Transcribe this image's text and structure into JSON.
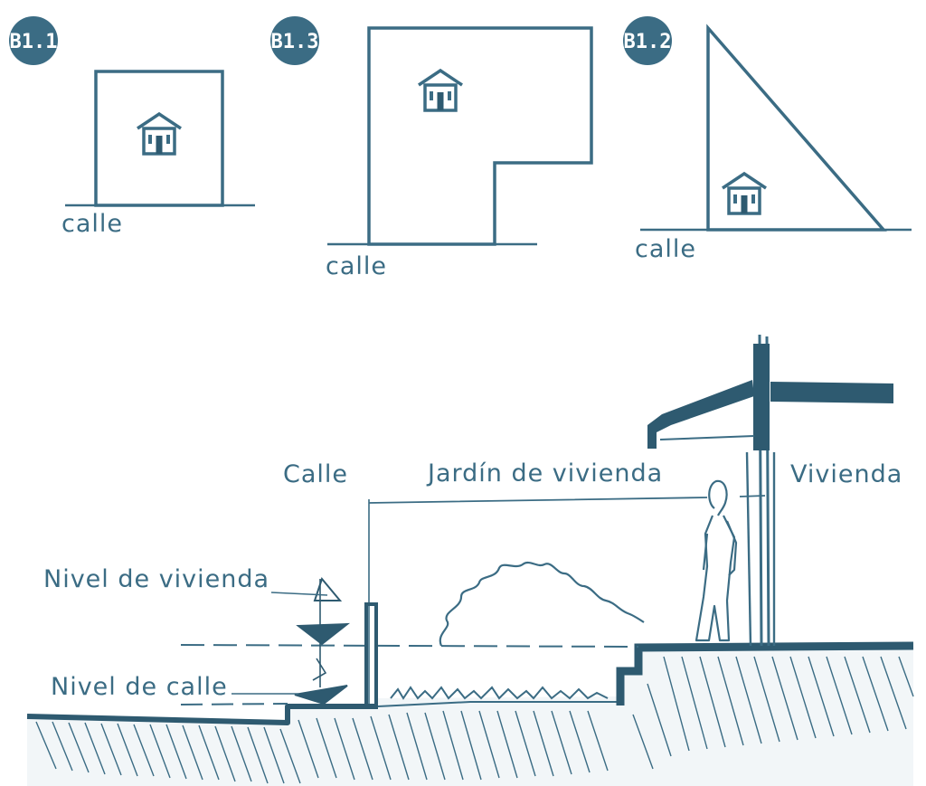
{
  "colors": {
    "ink": "#3b6c84",
    "ink_dark": "#2e5a70",
    "ground_fill": "#eef3f5",
    "background": "#ffffff"
  },
  "plots": [
    {
      "badge": "B1.1",
      "street_label": "calle",
      "shape": "square",
      "icon": "house-icon"
    },
    {
      "badge": "B1.3",
      "street_label": "calle",
      "shape": "l-shape",
      "icon": "house-icon"
    },
    {
      "badge": "B1.2",
      "street_label": "calle",
      "shape": "triangle",
      "icon": "house-icon"
    }
  ],
  "section": {
    "labels": {
      "street": "Calle",
      "garden": "Jardín de vivienda",
      "house": "Vivienda",
      "house_level": "Nivel de vivienda",
      "street_level": "Nivel de calle"
    }
  }
}
